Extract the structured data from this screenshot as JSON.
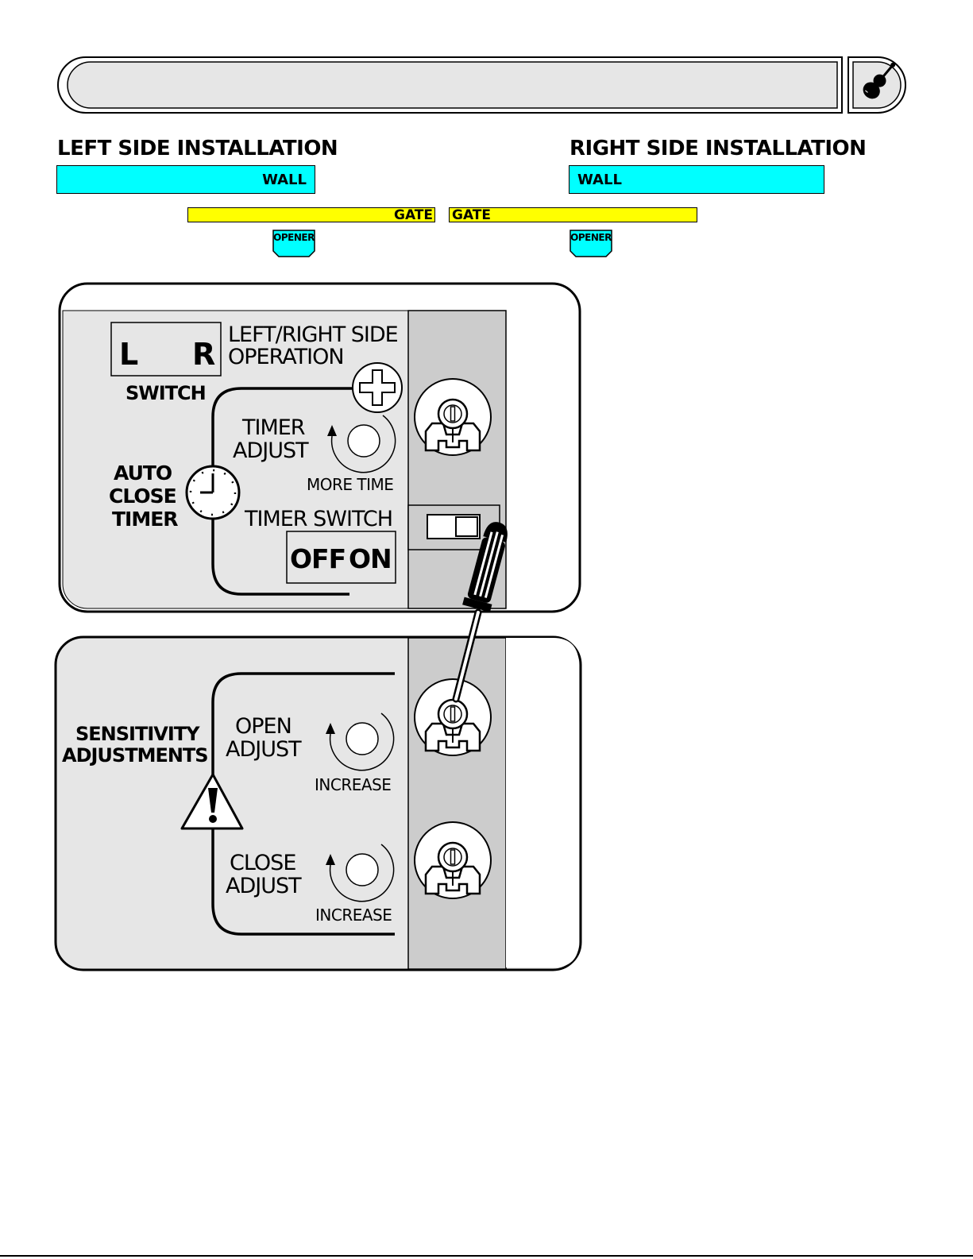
{
  "top_banner": {
    "icon": "violin-icon"
  },
  "left_install": {
    "title": "LEFT SIDE INSTALLATION",
    "wall": "WALL",
    "gate": "GATE",
    "opener": "OPENER"
  },
  "right_install": {
    "title": "RIGHT SIDE INSTALLATION",
    "wall": "WALL",
    "gate": "GATE",
    "opener": "OPENER"
  },
  "panel_top": {
    "switch_left_letter": "L",
    "switch_right_letter": "R",
    "switch_caption": "SWITCH",
    "lr_label_line1": "LEFT/RIGHT SIDE",
    "lr_label_line2": "OPERATION",
    "timer_adjust_line1": "TIMER",
    "timer_adjust_line2": "ADJUST",
    "more_time": "MORE TIME",
    "auto_close_line1": "AUTO",
    "auto_close_line2": "CLOSE",
    "auto_close_line3": "TIMER",
    "timer_switch": "TIMER SWITCH",
    "off_label": "OFF",
    "on_label": "ON"
  },
  "panel_bottom": {
    "sensitivity_line1": "SENSITIVITY",
    "sensitivity_line2": "ADJUSTMENTS",
    "open_adjust_line1": "OPEN",
    "open_adjust_line2": "ADJUST",
    "open_increase": "INCREASE",
    "close_adjust_line1": "CLOSE",
    "close_adjust_line2": "ADJUST",
    "close_increase": "INCREASE"
  }
}
